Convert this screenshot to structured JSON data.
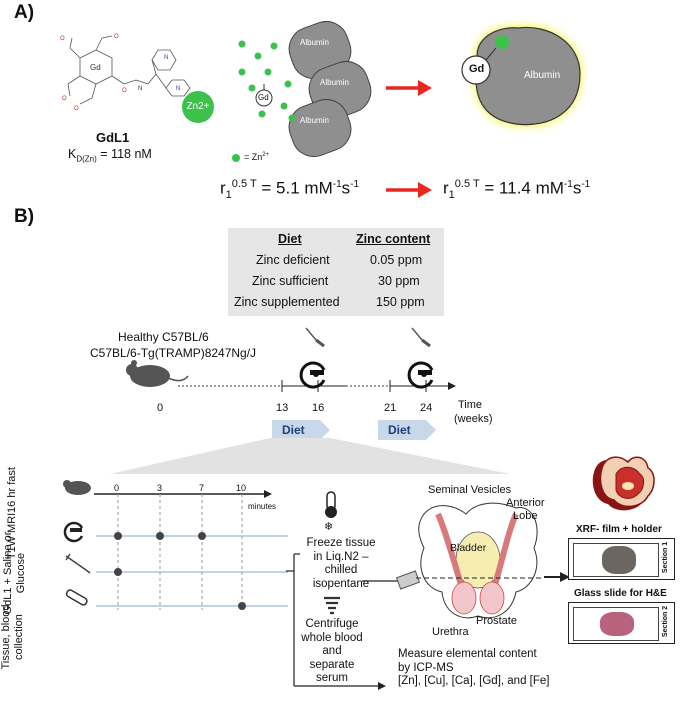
{
  "panel_a": {
    "label": "A)",
    "compound_name": "GdL1",
    "kd_prefix": "K",
    "kd_sub": "D(Zn)",
    "kd_value": " = 118 nM",
    "zn_label": "Zn2+",
    "albumin_label": "Albumin",
    "gd_label": "Gd",
    "legend_label": "= Zn",
    "legend_sup": "2+",
    "r1_left_pre": "r",
    "r1_left_sub": "1",
    "r1_left_sup": "0.5 T",
    "r1_left_val": " = 5.1 mM",
    "r1_left_unit": "s",
    "r1_right_val": " = 11.4 mM",
    "exp_neg1": "-1"
  },
  "panel_b": {
    "label": "B)",
    "diet_table": {
      "headers": [
        "Diet",
        "Zinc content"
      ],
      "rows": [
        [
          "Zinc deficient",
          "0.05 ppm"
        ],
        [
          "Zinc sufficient",
          "30 ppm"
        ],
        [
          "Zinc supplemented",
          "150 ppm"
        ]
      ]
    },
    "mouse_lines": [
      "Healthy C57BL/6",
      "C57BL/6-Tg(TRAMP)8247Ng/J"
    ],
    "timeline_ticks": [
      "0",
      "13",
      "16",
      "21",
      "24"
    ],
    "time_label": "Time",
    "time_unit": "(weeks)",
    "diet_chip": "Diet",
    "protocol_rows": [
      "16 hr fast",
      "T1W MRI",
      "GdL1 + Saline or Glucose",
      "Tissue, blood collection"
    ],
    "minute_ticks": [
      "0",
      "3",
      "7",
      "10"
    ],
    "minutes_label": "minutes",
    "freeze_text": [
      "Freeze tissue",
      "in Liq.N2 –",
      "chilled",
      "isopentane"
    ],
    "centrifuge_text": [
      "Centrifuge",
      "whole blood",
      "and",
      "separate",
      "serum"
    ],
    "measure_text": [
      "Measure elemental content",
      "by ICP-MS",
      "[Zn], [Cu], [Ca], [Gd], and [Fe]"
    ],
    "anatomy": {
      "seminal_vesicles": "Seminal Vesicles",
      "anterior_lobe": [
        "Anterior",
        "Lobe"
      ],
      "bladder": "Bladder",
      "urethra": "Urethra",
      "prostate": "Prostate"
    },
    "xrf_title": "XRF- film + holder",
    "section1": "Section 1",
    "glass_title": "Glass slide for H&E",
    "section2": "Section 2"
  },
  "colors": {
    "zinc_green": "#3cc24a",
    "albumin_gray": "#8f8f8f",
    "arrow_red": "#e8281e",
    "glow_yellow": "#f2f200",
    "diet_blue": "#c9d7ea",
    "protocol_line": "#9cb8d6"
  }
}
